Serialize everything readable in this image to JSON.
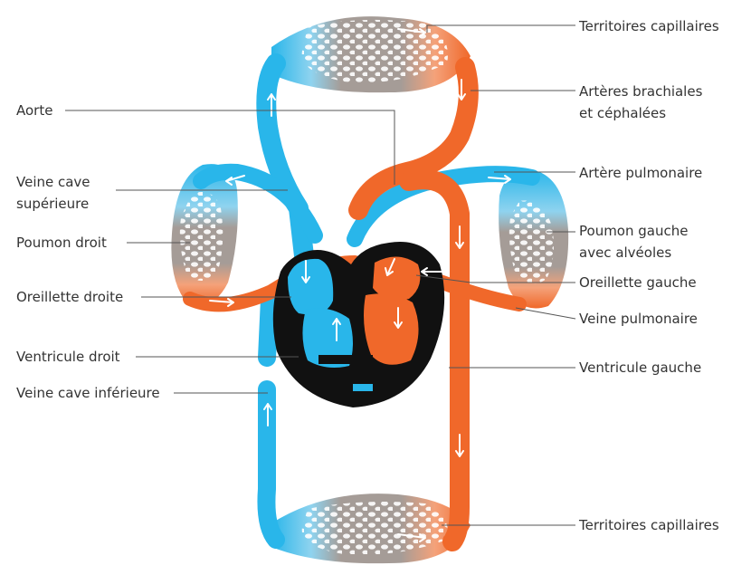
{
  "colors": {
    "oxygen_poor": "#29b6ea",
    "oxygen_rich": "#f0682a",
    "heart_wall": "#111111",
    "capillary": "#a59c97"
  },
  "labels": {
    "territoires_capillaires_top": "Territoires capillaires",
    "arteres_brachiales_1": "Artères brachiales",
    "arteres_brachiales_2": "et céphalées",
    "artere_pulmonaire": "Artère pulmonaire",
    "poumon_gauche_1": "Poumon gauche",
    "poumon_gauche_2": "avec alvéoles",
    "oreillette_gauche": "Oreillette gauche",
    "veine_pulmonaire": "Veine pulmonaire",
    "ventricule_gauche": "Ventricule gauche",
    "territoires_capillaires_bottom": "Territoires capillaires",
    "aorte": "Aorte",
    "veine_cave_superieure_1": "Veine cave",
    "veine_cave_superieure_2": "supérieure",
    "poumon_droit": "Poumon droit",
    "oreillette_droite": "Oreillette droite",
    "ventricule_droit": "Ventricule droit",
    "veine_cave_inferieure": "Veine cave inférieure"
  }
}
